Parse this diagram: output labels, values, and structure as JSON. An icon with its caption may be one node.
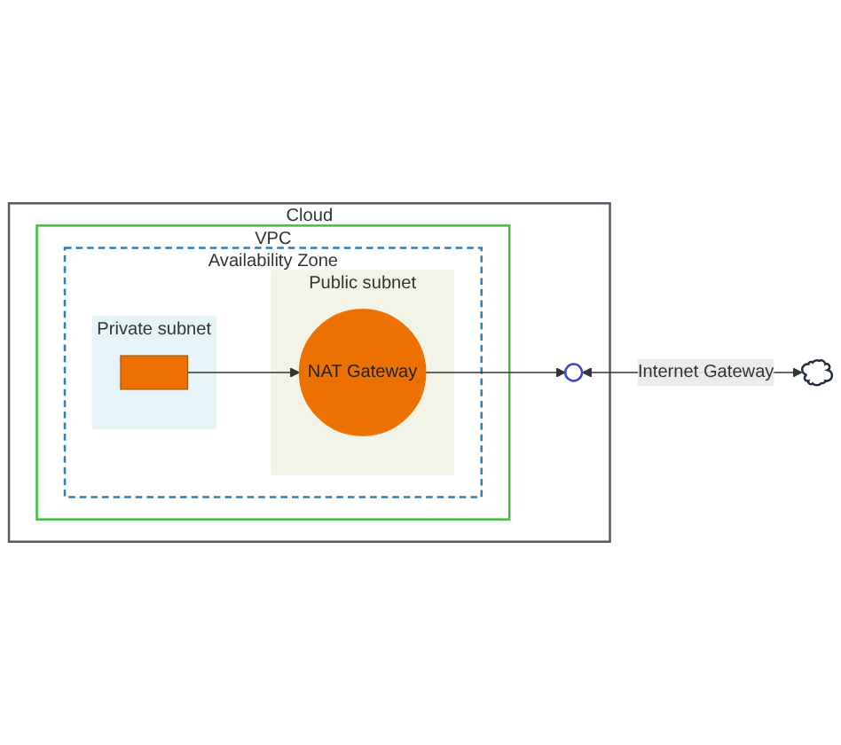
{
  "diagram": {
    "nodes": [
      {
        "text": [
          "Cloud"
        ]
      },
      {
        "text": [
          "VPC"
        ],
        "in": 0
      },
      {
        "text": [
          "Availability Zone"
        ],
        "in": 1
      },
      {
        "text": [
          "Public subnet"
        ],
        "in": 2
      },
      {
        "text": [
          "NAT Gateway"
        ],
        "in": 3
      },
      {
        "text": [
          "Private subnet"
        ],
        "in": 2
      },
      {
        "text": [],
        "shape": "box",
        "in": 5
      },
      {
        "text": [],
        "shape": "circle",
        "in": 0
      },
      {
        "text": [],
        "shape": "cloud"
      }
    ],
    "edges": [
      {
        "from": 6,
        "to": 4,
        "arrow": "to"
      },
      {
        "from": 4,
        "to": 7,
        "arrow": "to"
      },
      {
        "from": 7,
        "to": 8,
        "arrow": "both",
        "label": "Internet Gateway"
      }
    ]
  }
}
